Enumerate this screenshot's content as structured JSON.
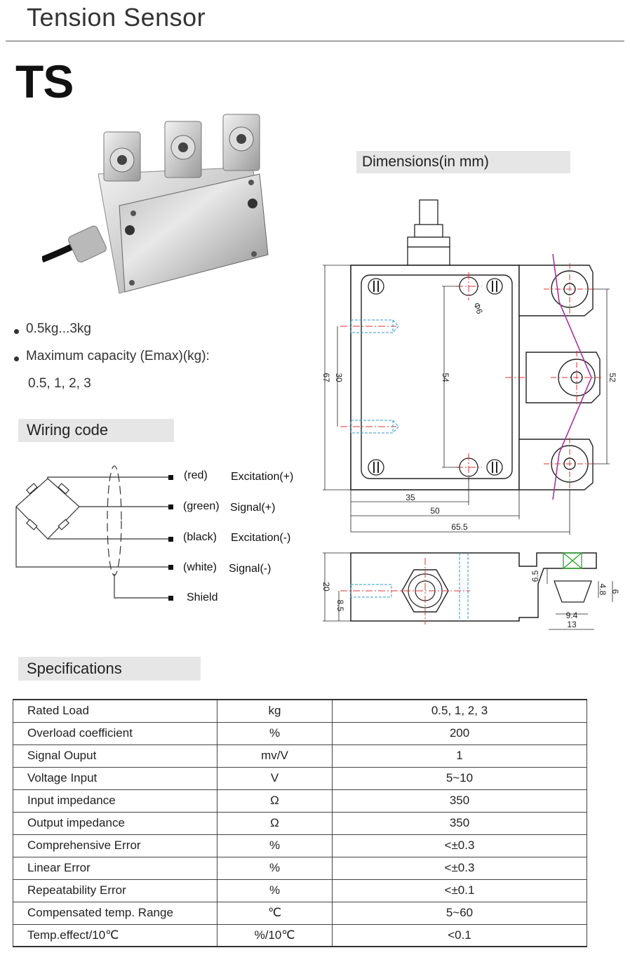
{
  "header": {
    "title": "Tension Sensor",
    "model": "TS"
  },
  "features": {
    "range": "0.5kg...3kg",
    "capacity_label": "Maximum capacity (Emax)(kg):",
    "capacity_values": "0.5, 1, 2, 3"
  },
  "dimensions": {
    "heading": "Dimensions(in mm)",
    "labels": [
      "67",
      "30",
      "54",
      "52",
      "35",
      "50",
      "65.5",
      "Φ6",
      "20",
      "8.5",
      "6.5",
      "4.8",
      "6",
      "9.4",
      "13"
    ]
  },
  "wiring": {
    "heading": "Wiring code",
    "rows": [
      {
        "color": "(red)",
        "signal": "Excitation(+)"
      },
      {
        "color": "(green)",
        "signal": "Signal(+)"
      },
      {
        "color": "(black)",
        "signal": "Excitation(-)"
      },
      {
        "color": "(white)",
        "signal": "Signal(-)"
      }
    ],
    "shield": "Shield"
  },
  "specs": {
    "heading": "Specifications",
    "rows": [
      {
        "name": "Rated Load",
        "unit": "kg",
        "value": "0.5, 1, 2, 3"
      },
      {
        "name": "Overload coefficient",
        "unit": "%",
        "value": "200"
      },
      {
        "name": "Signal Ouput",
        "unit": "mv/V",
        "value": "1"
      },
      {
        "name": "Voltage Input",
        "unit": "V",
        "value": "5~10"
      },
      {
        "name": "Input impedance",
        "unit": "Ω",
        "value": "350"
      },
      {
        "name": "Output impedance",
        "unit": "Ω",
        "value": "350"
      },
      {
        "name": "Comprehensive Error",
        "unit": "%",
        "value": "<±0.3"
      },
      {
        "name": "Linear Error",
        "unit": "%",
        "value": "<±0.3"
      },
      {
        "name": "Repeatability Error",
        "unit": "%",
        "value": "<±0.1"
      },
      {
        "name": "Compensated temp. Range",
        "unit": "℃",
        "value": "5~60"
      },
      {
        "name": "Temp.effect/10℃",
        "unit": "%/10℃",
        "value": "<0.1"
      }
    ]
  }
}
